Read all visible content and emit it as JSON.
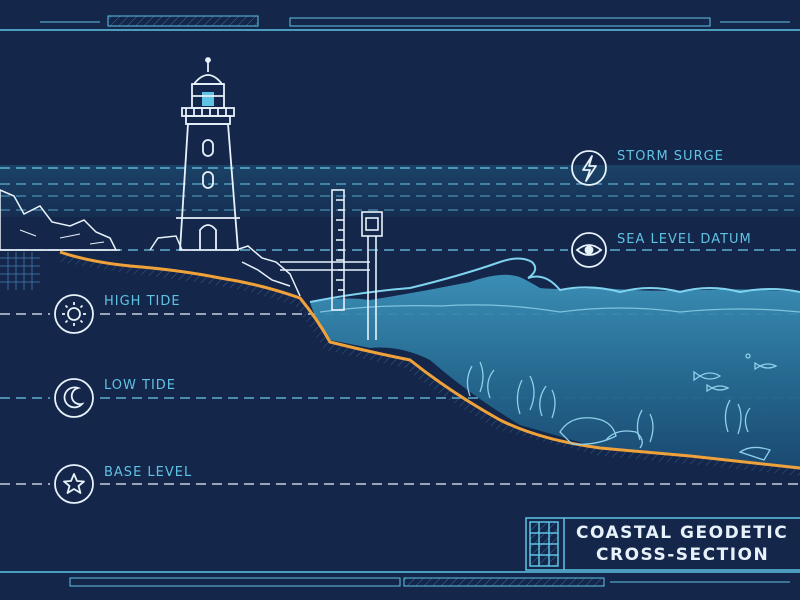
{
  "title": {
    "line1": "COASTAL GEODETIC",
    "line2": "CROSS-SECTION"
  },
  "levels": [
    {
      "id": "storm-surge",
      "label": "STORM SURGE",
      "icon": "lightning-icon"
    },
    {
      "id": "sea-level-datum",
      "label": "SEA LEVEL DATUM",
      "icon": "eye-icon"
    },
    {
      "id": "high-tide",
      "label": "HIGH TIDE",
      "icon": "sun-icon"
    },
    {
      "id": "low-tide",
      "label": "LOW TIDE",
      "icon": "moon-icon"
    },
    {
      "id": "base-level",
      "label": "BASE LEVEL",
      "icon": "star-icon"
    }
  ],
  "colors": {
    "background": "#14264a",
    "line": "#e8f2fb",
    "accent": "#5fc3e4",
    "seabed": "#f0a23a",
    "water": "#2f7fa8"
  }
}
